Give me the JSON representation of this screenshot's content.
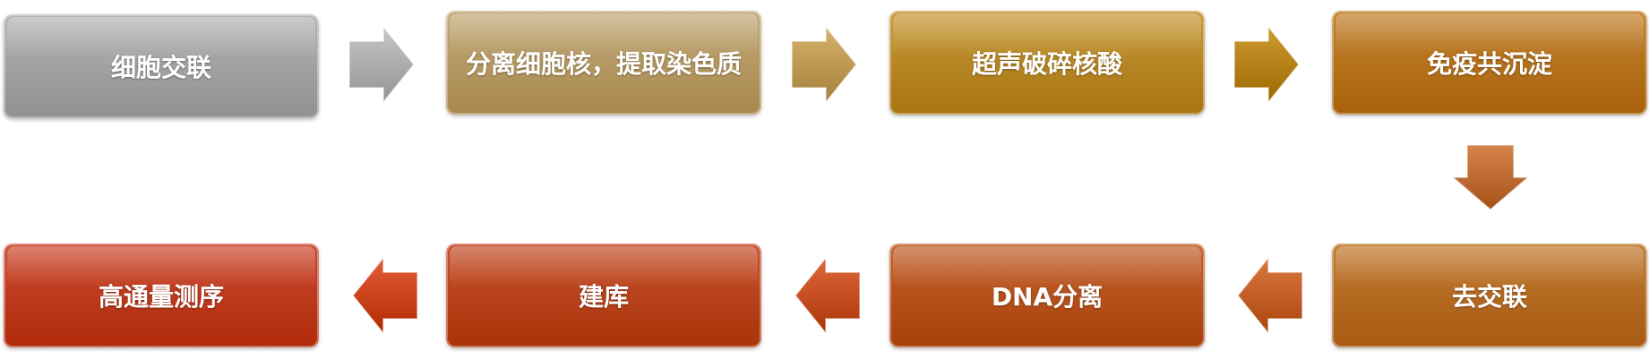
{
  "steps": [
    {
      "label": "细胞交联",
      "color_top": "#b4b4b4",
      "color_bottom": "#909090"
    },
    {
      "label": "分离细胞核，提取染色质",
      "color_top": "#c2a978",
      "color_bottom": "#a8884e"
    },
    {
      "label": "超声破碎核酸",
      "color_top": "#c79a3a",
      "color_bottom": "#a77410"
    },
    {
      "label": "免疫共沉淀",
      "color_top": "#c2822e",
      "color_bottom": "#a8610a"
    },
    {
      "label": "去交联",
      "color_top": "#c07a30",
      "color_bottom": "#a85a12"
    },
    {
      "label": "DNA分离",
      "color_top": "#c4632c",
      "color_bottom": "#a8400c"
    },
    {
      "label": "建库",
      "color_top": "#c6502c",
      "color_bottom": "#aa3408"
    },
    {
      "label": "高通量测序",
      "color_top": "#cc4a30",
      "color_bottom": "#b02a0a"
    }
  ],
  "arrows": [
    {
      "direction": "right",
      "color": "#a8a8a8"
    },
    {
      "direction": "right",
      "color": "#b8944e"
    },
    {
      "direction": "right",
      "color": "#b07c14"
    },
    {
      "direction": "down",
      "color": "#b8662c"
    },
    {
      "direction": "left",
      "color": "#bc5a22"
    },
    {
      "direction": "left",
      "color": "#c04a1e"
    },
    {
      "direction": "left",
      "color": "#c43e18"
    }
  ]
}
